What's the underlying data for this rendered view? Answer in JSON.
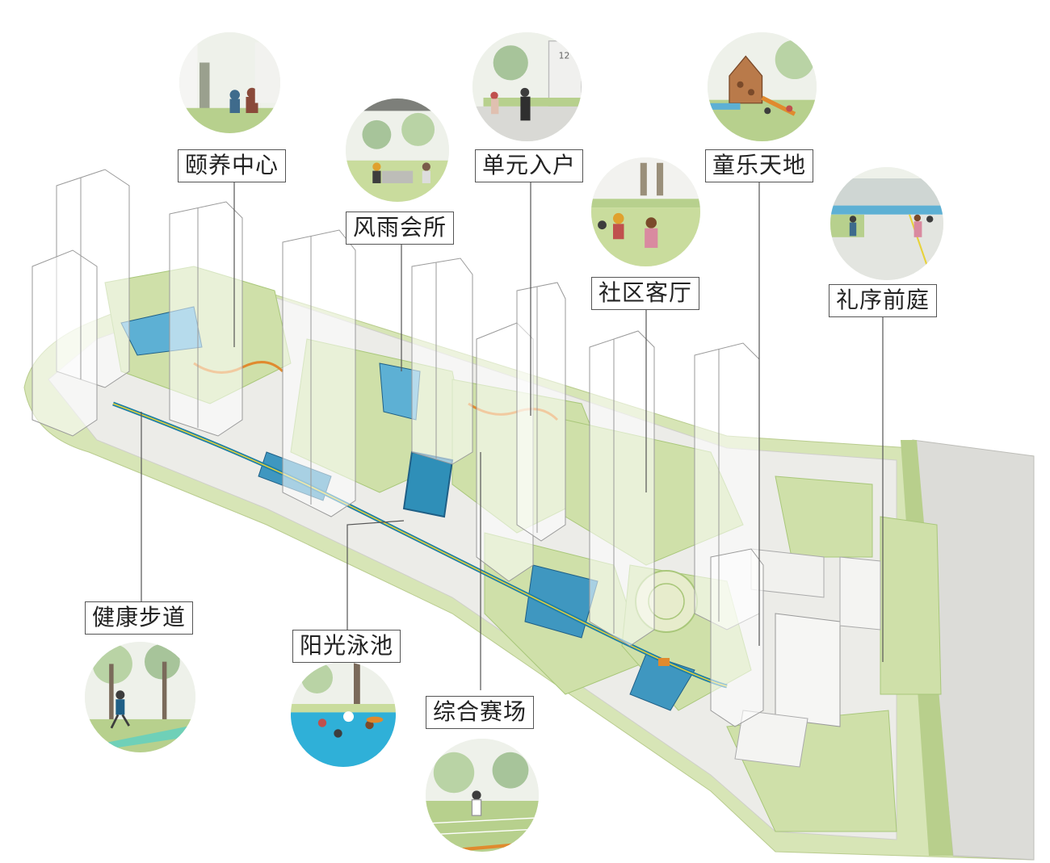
{
  "labels": {
    "elderly_center": "颐养中心",
    "pavilion": "风雨会所",
    "unit_entrance": "单元入户",
    "kids_playground": "童乐天地",
    "community_lounge": "社区客厅",
    "entry_court": "礼序前庭",
    "fitness_trail": "健康步道",
    "sun_pool": "阳光泳池",
    "sports_field": "综合赛场"
  },
  "vignette_text": {
    "building_number": "12"
  },
  "colors": {
    "lawn": "#cfe0a9",
    "lawn_dark": "#a9c77a",
    "paving": "#e7e7e3",
    "water": "#2f8fb8",
    "water_dark": "#1f5f86",
    "accent_orange": "#e08a2e",
    "accent_yellow": "#e7d23a",
    "tower_line": "#9a9a9a",
    "leader_line": "#555555"
  }
}
